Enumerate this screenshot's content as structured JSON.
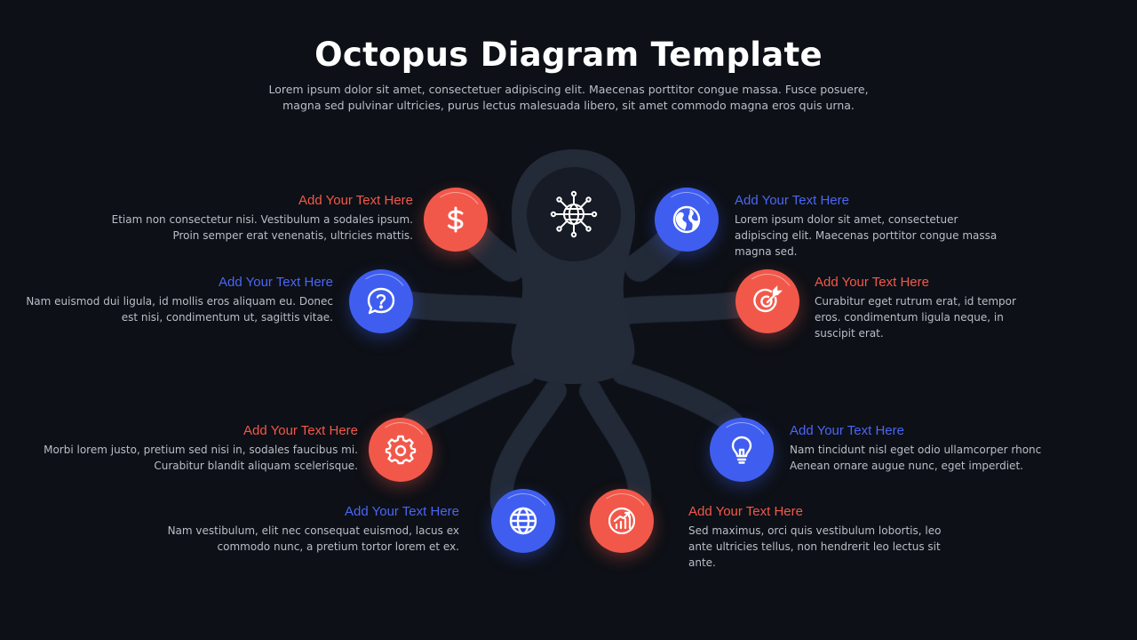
{
  "title": "Octopus Diagram Template",
  "subtitle": "Lorem ipsum dolor sit amet, consectetuer adipiscing elit. Maecenas porttitor congue massa. Fusce posuere, magna sed pulvinar ultricies, purus lectus malesuada libero, sit amet commodo magna eros quis urna.",
  "colors": {
    "red": "#f2584a",
    "blue": "#3f5ef0",
    "body": "#232a38",
    "background": "#0d1016"
  },
  "hub": {
    "icon": "network-globe-icon"
  },
  "items": [
    {
      "id": "tl1",
      "color": "red",
      "icon": "dollar-icon",
      "heading": "Add Your Text Here",
      "text": "Etiam non consectetur nisi. Vestibulum a sodales ipsum. Proin semper erat venenatis, ultricies mattis."
    },
    {
      "id": "tl2",
      "color": "blue",
      "icon": "question-chat-icon",
      "heading": "Add Your Text Here",
      "text": "Nam euismod dui ligula, id mollis eros aliquam eu. Donec est nisi, condimentum ut, sagittis vitae."
    },
    {
      "id": "tl3",
      "color": "red",
      "icon": "gear-icon",
      "heading": "Add Your Text Here",
      "text": "Morbi lorem justo, pretium sed nisi in, sodales faucibus mi. Curabitur blandit aliquam scelerisque."
    },
    {
      "id": "tl4",
      "color": "blue",
      "icon": "globe-icon",
      "heading": "Add Your Text Here",
      "text": "Nam vestibulum, elit nec consequat euismod, lacus ex commodo nunc, a pretium tortor lorem et ex."
    },
    {
      "id": "tr1",
      "color": "blue",
      "icon": "earth-icon",
      "heading": "Add Your Text Here",
      "text": "Lorem ipsum dolor sit amet, consectetuer adipiscing elit. Maecenas porttitor congue massa magna sed."
    },
    {
      "id": "tr2",
      "color": "red",
      "icon": "target-icon",
      "heading": "Add Your Text Here",
      "text": "Curabitur eget rutrum erat, id tempor eros. condimentum ligula neque, in suscipit erat."
    },
    {
      "id": "tr3",
      "color": "blue",
      "icon": "lightbulb-icon",
      "heading": "Add Your Text Here",
      "text": "Nam tincidunt nisl eget odio ullamcorper rhonc Aenean ornare augue nunc, eget imperdiet."
    },
    {
      "id": "tr4",
      "color": "red",
      "icon": "growth-chart-icon",
      "heading": "Add Your Text Here",
      "text": "Sed maximus, orci quis vestibulum lobortis, leo ante ultricies tellus, non hendrerit leo lectus sit ante."
    }
  ]
}
